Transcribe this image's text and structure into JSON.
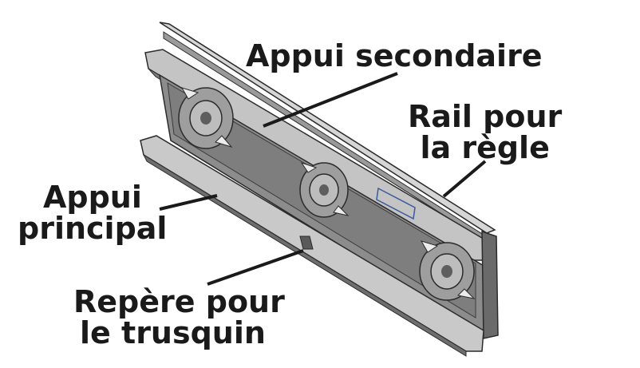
{
  "labels": {
    "secondary_support": [
      "Appui secondaire"
    ],
    "rule_rail": [
      "Rail pour",
      "la règle"
    ],
    "main_support": [
      "Appui",
      "principal"
    ],
    "gauge_mark": [
      "Repère pour",
      "le trusquin"
    ]
  },
  "colors": {
    "background": "#ffffff",
    "part_face": "#8c8c8c",
    "part_light": "#c9c9c9",
    "part_dark": "#5e5e5e",
    "outline": "#2b2b2b",
    "text": "#1a1a1a",
    "leader_line": "#1a1a1a",
    "accent_marker": "#3d5a9e"
  }
}
